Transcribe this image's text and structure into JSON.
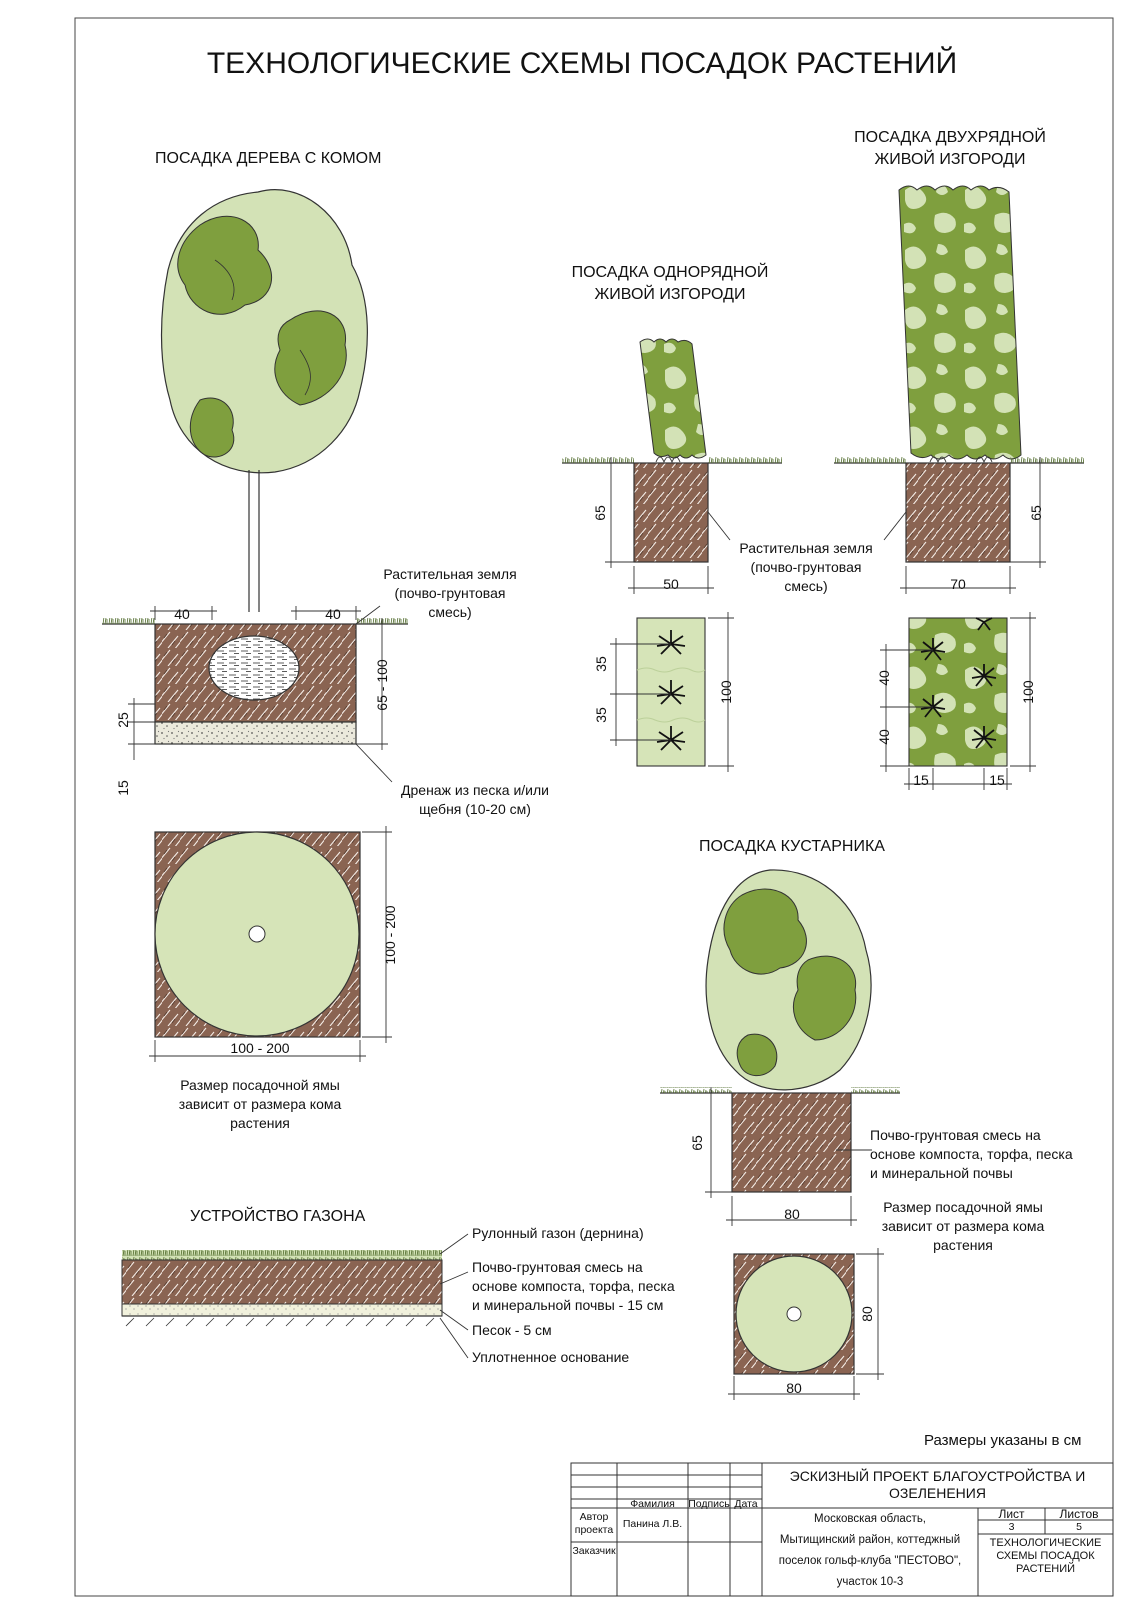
{
  "title": "ТЕХНОЛОГИЧЕСКИЕ СХЕМЫ ПОСАДОК РАСТЕНИЙ",
  "tree": {
    "heading": "ПОСАДКА ДЕРЕВА С КОМОМ",
    "dim_left": "40",
    "dim_right": "40",
    "dim_depth": "65 - 100",
    "dim_25": "25",
    "dim_15": "15",
    "soil_label": [
      "Растительная земля",
      "(почво-грунтовая",
      "смесь)"
    ],
    "drain_label": [
      "Дренаж из песка и/или",
      "щебня (10-20 см)"
    ],
    "plan_dim_w": "100 - 200",
    "plan_dim_h": "100 - 200",
    "plan_note": [
      "Размер посадочной ямы",
      "зависит от размера кома",
      "растения"
    ]
  },
  "hedge1": {
    "heading": [
      "ПОСАДКА ОДНОРЯДНОЙ",
      "ЖИВОЙ ИЗГОРОДИ"
    ],
    "dim_depth": "65",
    "dim_width": "50",
    "plan_dim_a": "35",
    "plan_dim_b": "35",
    "plan_dim_len": "100"
  },
  "hedge2": {
    "heading": [
      "ПОСАДКА ДВУХРЯДНОЙ",
      "ЖИВОЙ ИЗГОРОДИ"
    ],
    "dim_depth": "65",
    "dim_width": "70",
    "plan_dim_a": "40",
    "plan_dim_b": "40",
    "plan_dim_len": "100",
    "plan_dim_l": "15",
    "plan_dim_r": "15"
  },
  "hedge_soil_label": [
    "Растительная земля",
    "(почво-грунтовая",
    "смесь)"
  ],
  "shrub": {
    "heading": "ПОСАДКА КУСТАРНИКА",
    "dim_depth": "65",
    "dim_width": "80",
    "soil_label": [
      "Почво-грунтовая смесь на",
      "основе компоста, торфа, песка",
      "и минеральной почвы"
    ],
    "pit_note": [
      "Размер посадочной ямы",
      "зависит от размера кома",
      "растения"
    ],
    "plan_dim_w": "80",
    "plan_dim_h": "80"
  },
  "lawn": {
    "heading": "УСТРОЙСТВО ГАЗОНА",
    "layers": [
      "Рулонный газон (дернина)",
      "Почво-грунтовая смесь на",
      "основе компоста, торфа, песка",
      "и минеральной почвы - 15 см",
      "Песок - 5 см",
      "Уплотненное основание"
    ]
  },
  "units_note": "Размеры указаны в см",
  "title_block": {
    "project": [
      "ЭСКИЗНЫЙ ПРОЕКТ БЛАГОУСТРОЙСТВА И",
      "ОЗЕЛЕНЕНИЯ"
    ],
    "col_surname": "Фамилия",
    "col_sign": "Подпись",
    "col_date": "Дата",
    "role_author": [
      "Автор",
      "проекта"
    ],
    "author_name": "Панина Л.В.",
    "role_client": "Заказчик",
    "location": [
      "Московская область,",
      "Мытищинский район, коттеджный",
      "поселок гольф-клуба \"ПЕСТОВО\",",
      "участок 10-3"
    ],
    "sheet_label": "Лист",
    "sheets_label": "Листов",
    "sheet_no": "3",
    "sheets_total": "5",
    "sheet_title": [
      "ТЕХНОЛОГИЧЕСКИЕ",
      "СХЕМЫ ПОСАДОК",
      "РАСТЕНИЙ"
    ]
  },
  "colors": {
    "foliage_light": "#d3e2b6",
    "foliage_dark": "#7f9f3e",
    "soil": "#8a6452",
    "drain": "#e8e6d8",
    "plan_disc": "#d6e4b8",
    "outline": "#222222"
  }
}
